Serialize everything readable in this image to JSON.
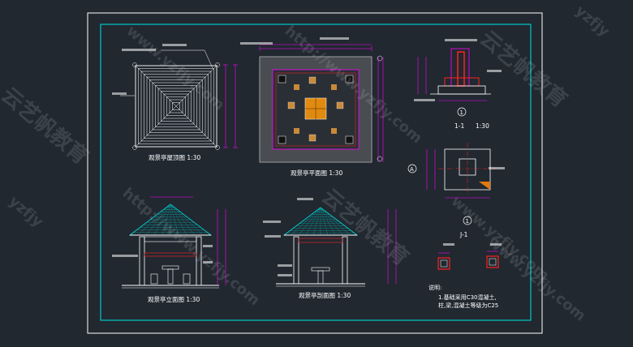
{
  "app": {
    "title": "凉亭 CAD 施工图"
  },
  "views": {
    "roof_plan": {
      "title": "观景亭屋顶图 1:30"
    },
    "floor_plan": {
      "title": "观景亭平面图 1:30"
    },
    "elevation": {
      "title": "观景亭立面图 1:30"
    },
    "section": {
      "title": "观景亭剖面图 1:30"
    },
    "detail_11": {
      "marker": "1",
      "title": "1-1",
      "scale": "1:30"
    },
    "detail_jj": {
      "marker": "1",
      "title": "J-1",
      "marker_a": "A"
    }
  },
  "notes": {
    "heading": "说明:",
    "line1": "1.基础采用C30混凝土,",
    "line2": "柱,梁,混凝土等级为C25"
  },
  "watermarks": {
    "cn": "云艺帆教育",
    "url": "www.yzfjy.com",
    "http": "http://www.yzfjy.com",
    "short": "yzfjy"
  },
  "colors": {
    "background": "#212830",
    "frame": "#00c8c8",
    "line_white": "#ffffff",
    "line_magenta": "#ff00ff",
    "line_red": "#ff2020",
    "roof_orange": "#e07a10",
    "cyan": "#00e0e0"
  }
}
